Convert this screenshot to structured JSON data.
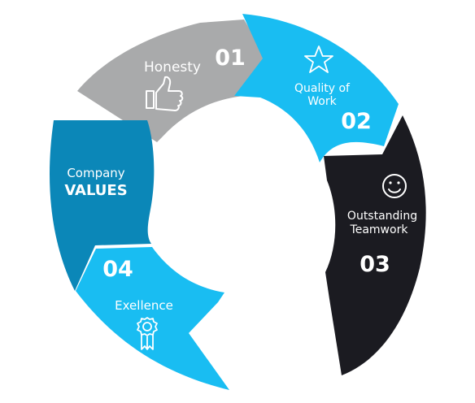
{
  "colors": {
    "gray": "#a9aaab",
    "cyan": "#19bdf2",
    "black": "#1b1b21",
    "teal": "#0b87b8",
    "white": "#ffffff"
  },
  "center": {
    "line1": "Company",
    "line2": "VALUES"
  },
  "segments": [
    {
      "id": "honesty",
      "number": "01",
      "label_lines": [
        "Honesty"
      ],
      "icon": "thumbs-up-icon"
    },
    {
      "id": "quality",
      "number": "02",
      "label_lines": [
        "Quality of",
        "Work"
      ],
      "icon": "star-icon"
    },
    {
      "id": "teamwork",
      "number": "03",
      "label_lines": [
        "Outstanding",
        "Teamwork"
      ],
      "icon": "smiley-icon"
    },
    {
      "id": "excellence",
      "number": "04",
      "label_lines": [
        "Exellence"
      ],
      "icon": "award-ribbon-icon"
    }
  ]
}
